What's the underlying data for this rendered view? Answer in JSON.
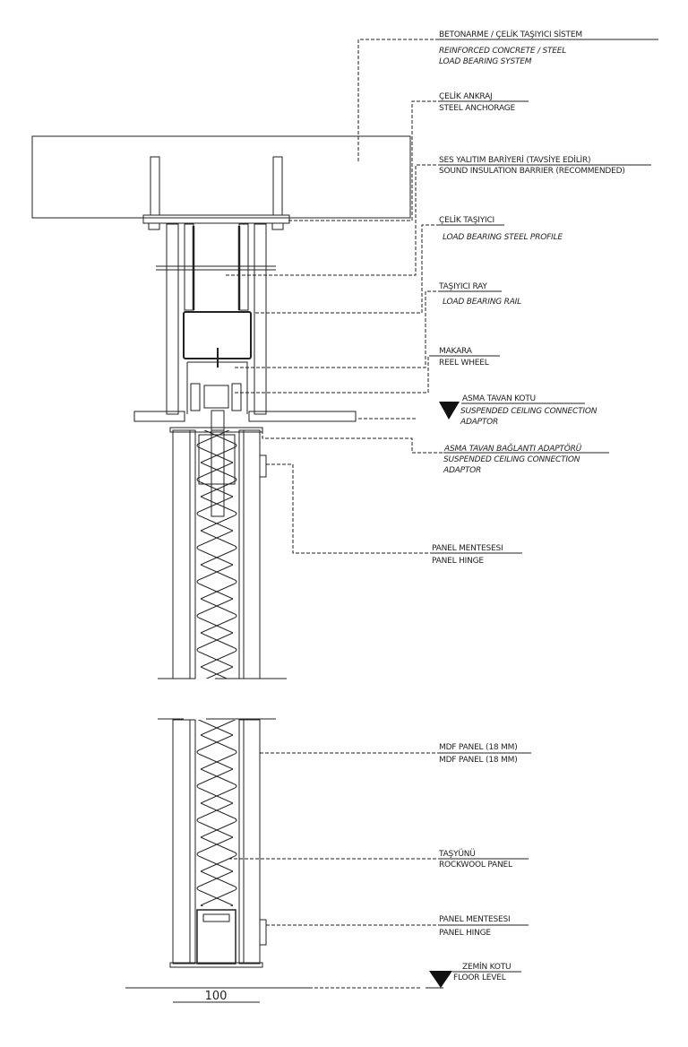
{
  "labels": {
    "structure": {
      "tr": "BETONARME / ÇELİK TAŞIYICI SİSTEM",
      "en1": "REINFORCED CONCRETE / STEEL",
      "en2": "LOAD BEARING SYSTEM"
    },
    "anchorage": {
      "tr": "ÇELİK ANKRAJ",
      "en": "STEEL ANCHORAGE"
    },
    "sound": {
      "tr": "SES YALITIM BARİYERİ (TAVSİYE EDİLİR)",
      "en": "SOUND INSULATION BARRIER (RECOMMENDED)"
    },
    "steel_profile": {
      "tr": "ÇELİK TAŞIYICI",
      "en": "LOAD BEARING STEEL PROFILE"
    },
    "rail": {
      "tr": "TAŞIYICI RAY",
      "en": "LOAD BEARING RAIL"
    },
    "wheel": {
      "tr": "MAKARA",
      "en": "REEL WHEEL"
    },
    "ceiling_level": {
      "tr": "ASMA TAVAN KOTU",
      "en1": "SUSPENDED CEILING CONNECTION",
      "en2": "ADAPTOR"
    },
    "ceiling_adaptor": {
      "tr": "ASMA TAVAN BAĞLANTI ADAPTÖRÜ",
      "en1": "SUSPENDED CEILING CONNECTION",
      "en2": "ADAPTOR"
    },
    "hinge_top": {
      "tr": "PANEL MENTESESI",
      "en": "PANEL HINGE"
    },
    "mdf": {
      "tr": "MDF PANEL (18 MM)",
      "en": "MDF PANEL (18 MM)"
    },
    "rockwool": {
      "tr": "TAŞYÜNÜ",
      "en": "ROCKWOOL PANEL"
    },
    "hinge_bottom": {
      "tr": "PANEL MENTESESI",
      "en": "PANEL HINGE"
    },
    "floor": {
      "tr": "ZEMİN KOTU",
      "en": "FLOOR LEVEL"
    }
  },
  "dimension": "100",
  "colors": {
    "line": "#222222",
    "background": "#ffffff"
  }
}
